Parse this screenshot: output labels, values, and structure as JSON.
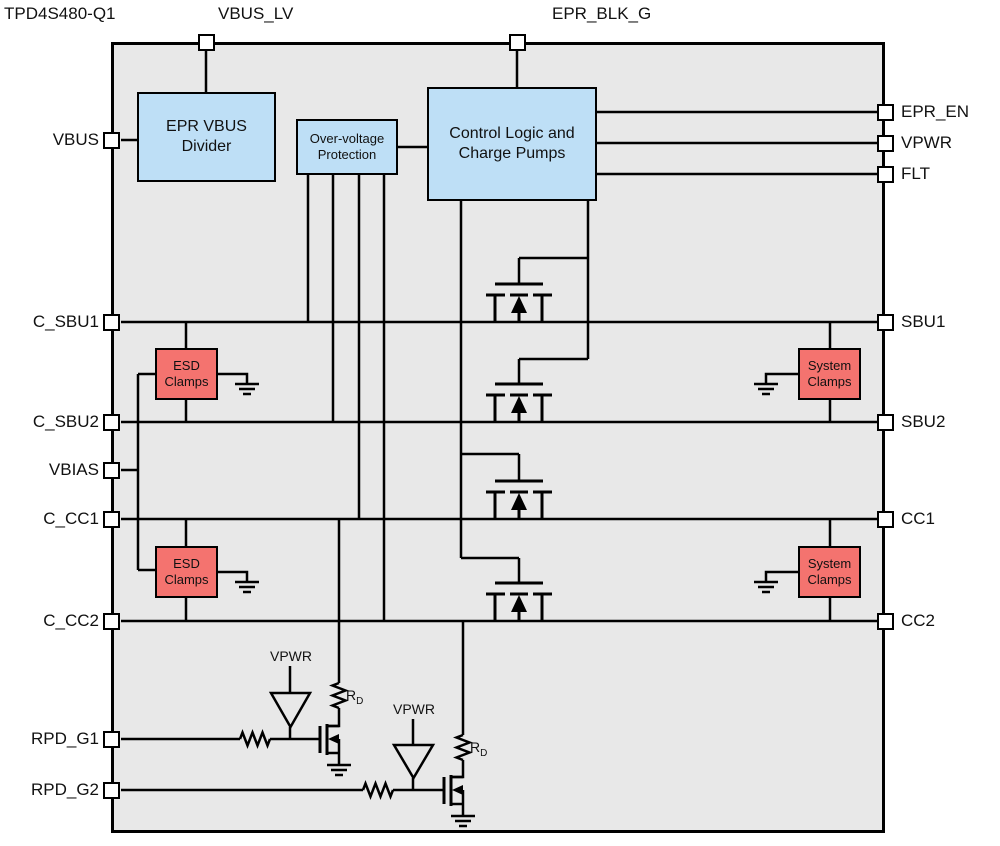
{
  "title": "TPD4S480-Q1",
  "colors": {
    "chip_fill": "#E8E8E8",
    "block_blue": "#BEDFF6",
    "clamp_red": "#F4736F",
    "wire": "#000000",
    "pin_fill": "#FFFFFF"
  },
  "top_pins": {
    "vbus_lv": "VBUS_LV",
    "epr_blk_g": "EPR_BLK_G"
  },
  "left_pins": {
    "vbus": "VBUS",
    "c_sbu1": "C_SBU1",
    "c_sbu2": "C_SBU2",
    "vbias": "VBIAS",
    "c_cc1": "C_CC1",
    "c_cc2": "C_CC2",
    "rpd_g1": "RPD_G1",
    "rpd_g2": "RPD_G2"
  },
  "right_pins": {
    "epr_en": "EPR_EN",
    "vpwr": "VPWR",
    "flt": "FLT",
    "sbu1": "SBU1",
    "sbu2": "SBU2",
    "cc1": "CC1",
    "cc2": "CC2"
  },
  "blocks": {
    "epr_vbus_divider": {
      "line1": "EPR VBUS",
      "line2": "Divider"
    },
    "ovp": {
      "line1": "Over-voltage",
      "line2": "Protection"
    },
    "control_logic": {
      "line1": "Control Logic and",
      "line2": "Charge Pumps"
    },
    "esd_clamps": {
      "line1": "ESD",
      "line2": "Clamps"
    },
    "system_clamps": {
      "line1": "System",
      "line2": "Clamps"
    }
  },
  "annotations": {
    "vpwr": "VPWR",
    "rd_main": "R",
    "rd_sub": "D"
  }
}
